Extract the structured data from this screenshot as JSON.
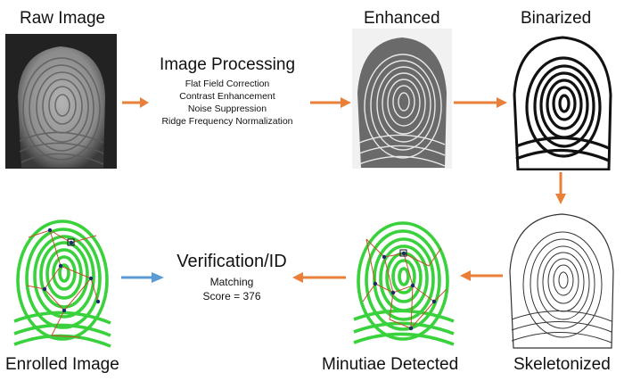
{
  "labels": {
    "raw": "Raw Image",
    "enhanced": "Enhanced",
    "binarized": "Binarized",
    "skeletonized": "Skeletonized",
    "minutiae": "Minutiae Detected",
    "enrolled": "Enrolled Image"
  },
  "processing": {
    "title": "Image Processing",
    "steps": [
      "Flat Field Correction",
      "Contrast Enhancement",
      "Noise Suppression",
      "Ridge Frequency Normalization"
    ]
  },
  "verification": {
    "title": "Verification/ID",
    "line1": "Matching",
    "line2": "Score = 376"
  },
  "colors": {
    "arrow_orange": "#e8803a",
    "arrow_blue": "#5b9bd5",
    "ridge_green": "#39d13c",
    "minutiae_line": "#c0502a"
  }
}
